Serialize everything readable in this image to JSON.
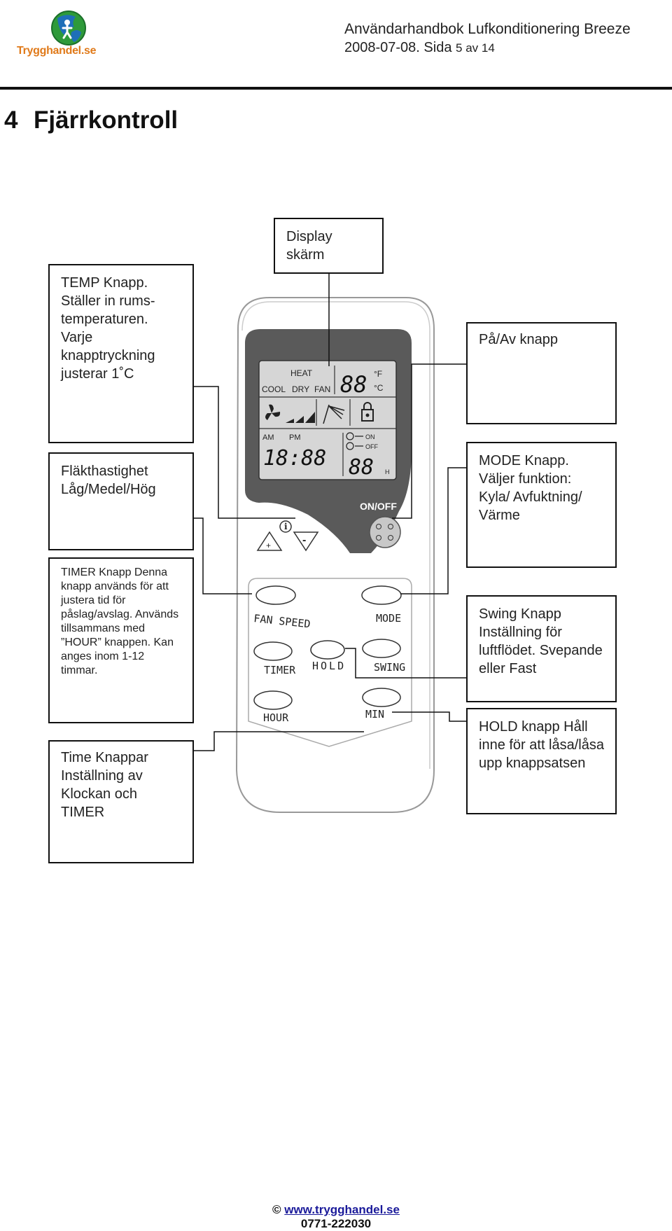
{
  "header": {
    "logo_text": "Trygghandel.se",
    "title": "Användarhandbok Lufkonditionering Breeze",
    "date_page_prefix": "2008-07-08. Sida ",
    "page_numbers": "5 av 14"
  },
  "section": {
    "number": "4",
    "title": "Fjärrkontroll"
  },
  "callouts": {
    "display": "Display skärm",
    "temp": "TEMP Knapp. Ställer in rums-temperaturen. Varje knapptryckning justerar 1˚C",
    "power": "På/Av knapp",
    "fan": "Fläkthastighet Låg/Medel/Hög",
    "mode": "MODE Knapp. Väljer funktion: Kyla/ Avfuktning/ Värme",
    "timer": "TIMER Knapp Denna knapp används för att justera tid för påslag/avslag. Används tillsammans med ”HOUR” knappen. Kan anges inom 1-12 timmar.",
    "swing": "Swing Knapp Inställning för luftflödet. Svepande eller Fast",
    "hold": "HOLD knapp Håll inne för att låsa/låsa upp knappsatsen",
    "time": "Time Knappar Inställning av Klockan och TIMER"
  },
  "remote": {
    "lcd": {
      "heat": "HEAT",
      "cool": "COOL",
      "dry": "DRY",
      "fan": "FAN",
      "temp_digits": "88",
      "unit_f": "°F",
      "unit_c": "°C",
      "am": "AM",
      "pm": "PM",
      "clock": "18:88",
      "on": "ON",
      "off": "OFF",
      "hours": "88",
      "hours_unit": "H"
    },
    "onoff_label": "ON/OFF",
    "plus": "+",
    "minus": "-",
    "info": "i",
    "buttons": {
      "fan_speed": "FAN SPEED",
      "mode": "MODE",
      "timer": "TIMER",
      "hold": "HOLD",
      "swing": "SWING",
      "hour": "HOUR",
      "min": "MIN"
    }
  },
  "footer": {
    "copyright": "©",
    "url": "www.trygghandel.se",
    "phone": "0771-222030"
  },
  "colors": {
    "logo_orange": "#e07a1a",
    "logo_green": "#2e9a3a",
    "logo_blue": "#1f6fb8",
    "lcd_bezel": "#5a5a5a",
    "lcd_screen": "#d6d6d6",
    "link": "#1a1a9a"
  }
}
